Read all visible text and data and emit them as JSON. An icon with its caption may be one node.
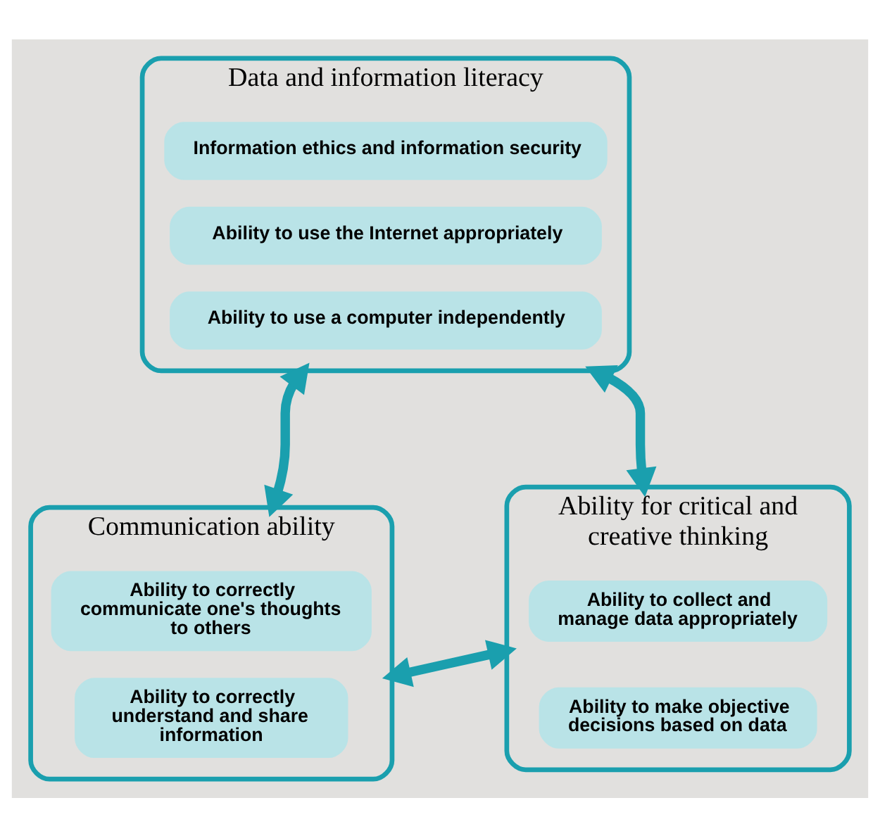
{
  "diagram": {
    "nodes": [
      {
        "text": [
          "Data and information literacy"
        ]
      },
      {
        "text": [
          "Information ethics and information security"
        ],
        "in": 0
      },
      {
        "text": [
          "Ability to use the Internet appropriately"
        ],
        "in": 0
      },
      {
        "text": [
          "Ability to use a computer independently"
        ],
        "in": 0
      },
      {
        "text": [
          "Communication ability"
        ]
      },
      {
        "text": [
          "Ability to correctly communicate one's thoughts to others"
        ],
        "in": 4
      },
      {
        "text": [
          "Ability to correctly understand and share information"
        ],
        "in": 4
      },
      {
        "text": [
          "Ability for critical and creative thinking"
        ]
      },
      {
        "text": [
          "Ability to collect and manage data appropriately"
        ],
        "in": 7
      },
      {
        "text": [
          "Ability to make objective decisions based on data"
        ],
        "in": 7
      }
    ],
    "edges": [
      {
        "from": 0,
        "to": 4,
        "arrow": "both"
      },
      {
        "from": 0,
        "to": 7,
        "arrow": "both"
      },
      {
        "from": 4,
        "to": 7,
        "arrow": "both"
      }
    ]
  }
}
